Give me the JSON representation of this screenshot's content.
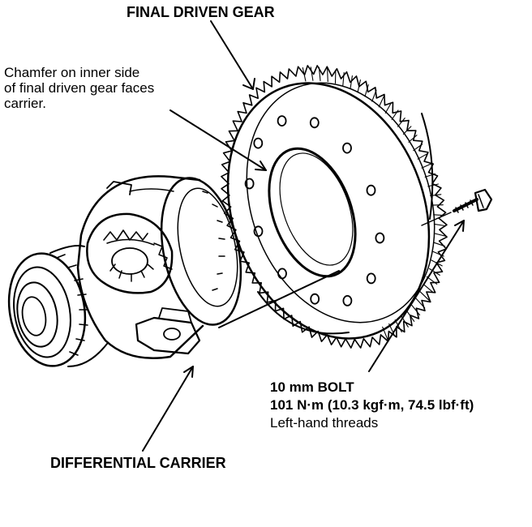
{
  "labels": {
    "final_driven_gear": "FINAL DRIVEN GEAR",
    "chamfer_note": [
      "Chamfer on inner side",
      "of final driven gear faces",
      "carrier."
    ],
    "bolt": {
      "size": "10 mm BOLT",
      "torque": "101 N·m (10.3 kgf·m, 74.5 lbf·ft)",
      "note": "Left-hand threads"
    },
    "differential_carrier": "DIFFERENTIAL CARRIER"
  },
  "colors": {
    "ink": "#000000",
    "paper": "#ffffff"
  }
}
